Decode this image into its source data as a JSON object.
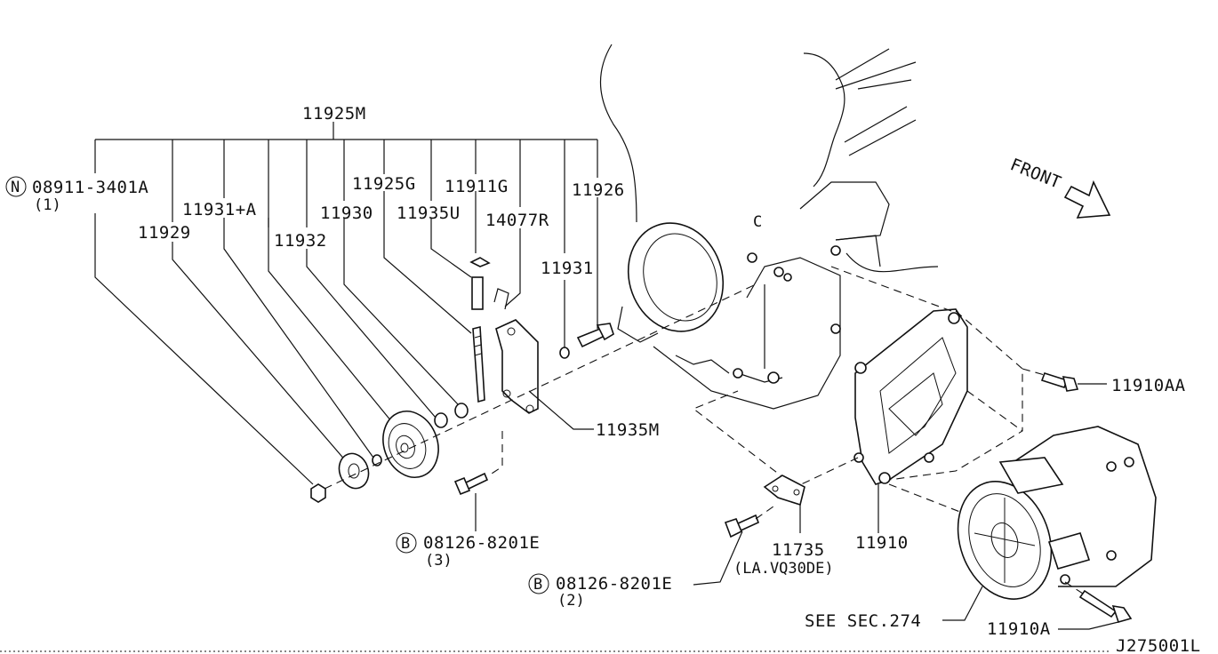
{
  "diagram": {
    "group_label": "11925M",
    "labels": {
      "nut_n": "08911-3401A",
      "nut_n_qty": "(1)",
      "nut_n_symbol": "N",
      "p11929": "11929",
      "p11931a": "11931+A",
      "p11932": "11932",
      "p11930": "11930",
      "p11925g": "11925G",
      "p11935u": "11935U",
      "p11911g": "11911G",
      "p14077r": "14077R",
      "p11931": "11931",
      "p11926": "11926",
      "p11935m": "11935M",
      "bolt_b3": "08126-8201E",
      "bolt_b3_qty": "(3)",
      "bolt_b2": "08126-8201E",
      "bolt_b2_qty": "(2)",
      "bolt_symbol": "B",
      "p11735": "11735",
      "p11735_note": "(LA.VQ30DE)",
      "p11910": "11910",
      "p11910aa": "11910AA",
      "p11910a": "11910A",
      "see_sec": "SEE SEC.274",
      "front": "FRONT",
      "c_mark": "C",
      "drawing_id": "J275001L"
    }
  }
}
